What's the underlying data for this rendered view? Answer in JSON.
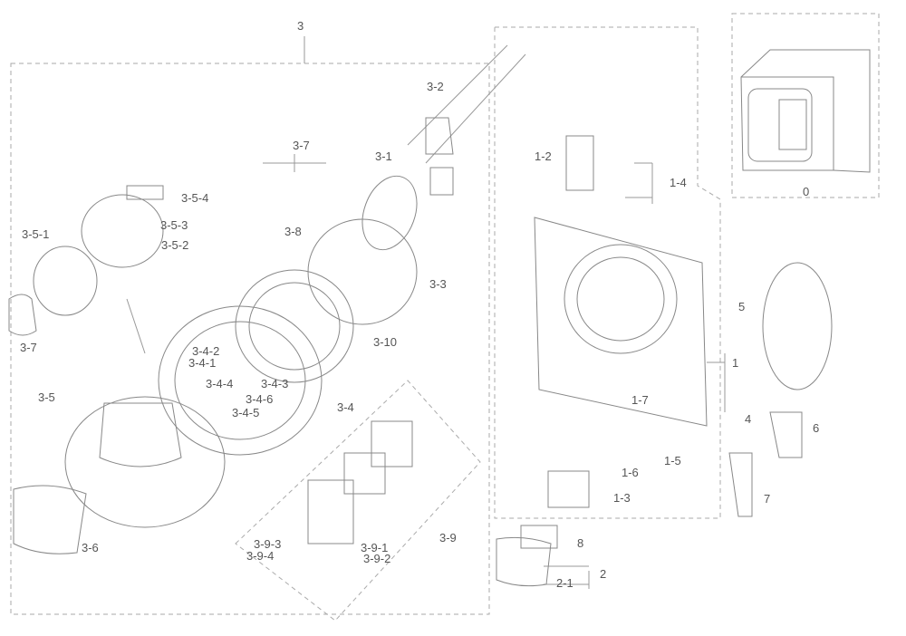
{
  "labels": {
    "g3": "3",
    "p3_2": "3-2",
    "p3_7_top": "3-7",
    "p3_1": "3-1",
    "p3_5_4": "3-5-4",
    "p3_5_3": "3-5-3",
    "p3_5_1": "3-5-1",
    "p3_5_2": "3-5-2",
    "p3_8": "3-8",
    "p3_3": "3-3",
    "p3_7_left": "3-7",
    "p3_10": "3-10",
    "p3_4_2": "3-4-2",
    "p3_4_1": "3-4-1",
    "p3_4_4": "3-4-4",
    "p3_4_3": "3-4-3",
    "p3_4_6": "3-4-6",
    "p3_4_5": "3-4-5",
    "p3_4": "3-4",
    "p3_5": "3-5",
    "p3_6": "3-6",
    "p3_9": "3-9",
    "p3_9_3": "3-9-3",
    "p3_9_1": "3-9-1",
    "p3_9_4": "3-9-4",
    "p3_9_2": "3-9-2",
    "p1_2": "1-2",
    "p1_4": "1-4",
    "p0": "0",
    "p5": "5",
    "p1": "1",
    "p1_7": "1-7",
    "p1_5": "1-5",
    "p1_6": "1-6",
    "p1_3": "1-3",
    "p4": "4",
    "p6": "6",
    "p7": "7",
    "p8": "8",
    "p2": "2",
    "p2_1": "2-1"
  }
}
